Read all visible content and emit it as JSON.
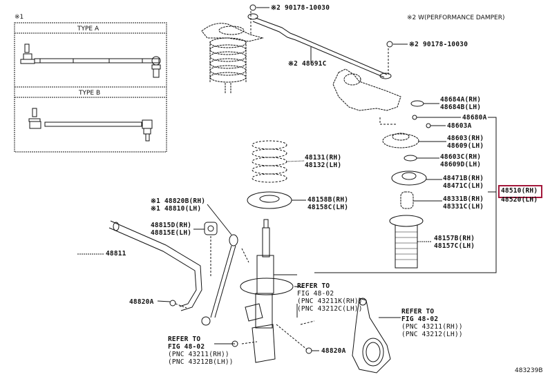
{
  "diagram_id": "483239B",
  "notes": {
    "note1_marker": "※1",
    "note2_label": "※2 W(PERFORMANCE DAMPER)"
  },
  "inset": {
    "type_a": "TYPE A",
    "type_b": "TYPE B"
  },
  "highlight_color": "#a3173b",
  "labels": {
    "nut_top_left": "※2 90178-10030",
    "nut_top_right": "※2 90178-10030",
    "damper": "※2 48691C",
    "cap": [
      "48684A(RH)",
      "48684B(LH)"
    ],
    "nut_48680a": "48680A",
    "nut_48603a": "48603A",
    "support": [
      "48603(RH)",
      "48609(LH)"
    ],
    "seat": [
      "48603C(RH)",
      "48609D(LH)"
    ],
    "upper_seat": [
      "48471B(RH)",
      "48471C(LH)"
    ],
    "bumper": [
      "48331B(RH)",
      "48331C(LH)"
    ],
    "boot": [
      "48157B(RH)",
      "48157C(LH)"
    ],
    "spring": [
      "48131(RH)",
      "48132(LH)"
    ],
    "insulator": [
      "48158B(RH)",
      "48158C(LH)"
    ],
    "link": [
      "※1 48820B(RH)",
      "※1 48810(LH)"
    ],
    "bushing": [
      "48815D(RH)",
      "48815E(LH)"
    ],
    "stabilizer_bar": "48811",
    "nut_left": "48820A",
    "nut_bottom": "48820A",
    "absorber_selected": "48510(RH)",
    "absorber_other": "48520(LH)",
    "refer_upper": [
      "REFER TO",
      "FIG 48-02",
      "(PNC 43211K(RH))",
      "(PNC 43212C(LH))"
    ],
    "refer_lower": [
      "REFER TO",
      "FIG 48-02",
      "(PNC 43211(RH))",
      "(PNC 43212B(LH))"
    ],
    "refer_knuckle": [
      "REFER TO",
      "FIG 48-02",
      "(PNC 43211(RH))",
      "(PNC 43212(LH))"
    ]
  }
}
